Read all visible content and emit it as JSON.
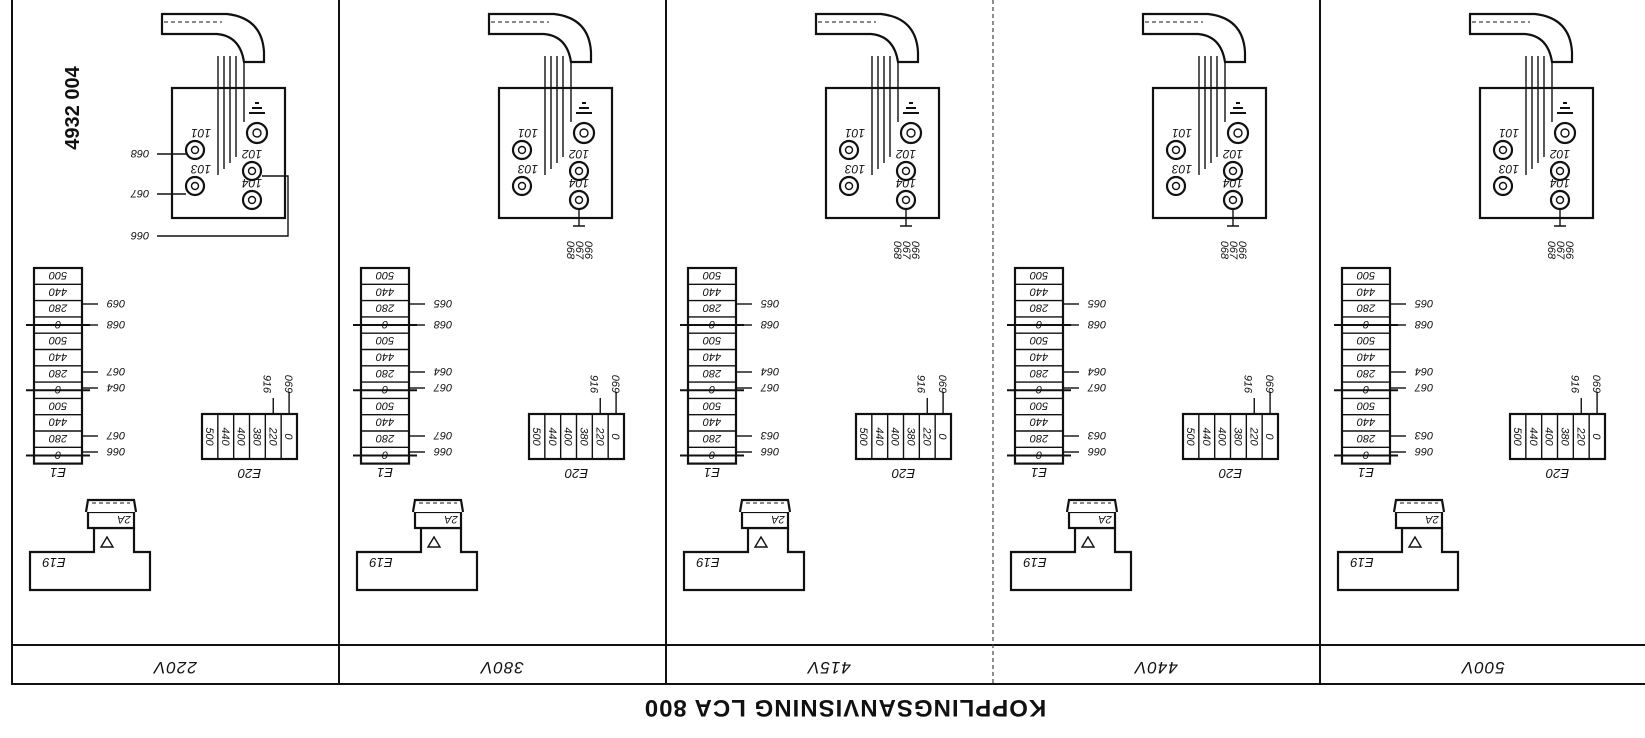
{
  "document": {
    "title": "KOPPLINGSANVISNING LCA 800",
    "number": "4932 004"
  },
  "common": {
    "e1_tag": "E1",
    "e20_tag": "E20",
    "e19_tag": "E19",
    "e1_cells": [
      "0",
      "280",
      "440",
      "500",
      "0",
      "280",
      "440",
      "500",
      "0",
      "280",
      "440",
      "500"
    ],
    "e20_cells": [
      "0",
      "220",
      "380",
      "400",
      "440",
      "500"
    ],
    "terminal_labels": [
      "101",
      "102",
      "103",
      "104"
    ],
    "e20_wires": [
      "069",
      "916"
    ]
  },
  "panels": [
    {
      "voltage": "220V",
      "e1_wires": [
        "066",
        "067",
        "064",
        "067",
        "068",
        "069"
      ],
      "terminal_wires": [
        "068",
        "067",
        "066"
      ],
      "knob_label": "2A"
    },
    {
      "voltage": "380V",
      "e1_wires": [
        "066",
        "067",
        "067",
        "064",
        "068",
        "065"
      ],
      "terminal_wires": [
        "068",
        "067",
        "066"
      ],
      "knob_label": "2A"
    },
    {
      "voltage": "415V",
      "e1_wires": [
        "066",
        "063",
        "067",
        "064",
        "068",
        "065"
      ],
      "terminal_wires": [
        "068",
        "067",
        "066"
      ],
      "knob_label": "2A"
    },
    {
      "voltage": "440V",
      "e1_wires": [
        "066",
        "063",
        "067",
        "064",
        "068",
        "065"
      ],
      "terminal_wires": [
        "068",
        "067",
        "066"
      ],
      "knob_label": "2A"
    },
    {
      "voltage": "500V",
      "e1_wires": [
        "066",
        "063",
        "067",
        "064",
        "068",
        "065"
      ],
      "terminal_wires": [
        "068",
        "067",
        "066"
      ],
      "knob_label": "2A"
    }
  ]
}
